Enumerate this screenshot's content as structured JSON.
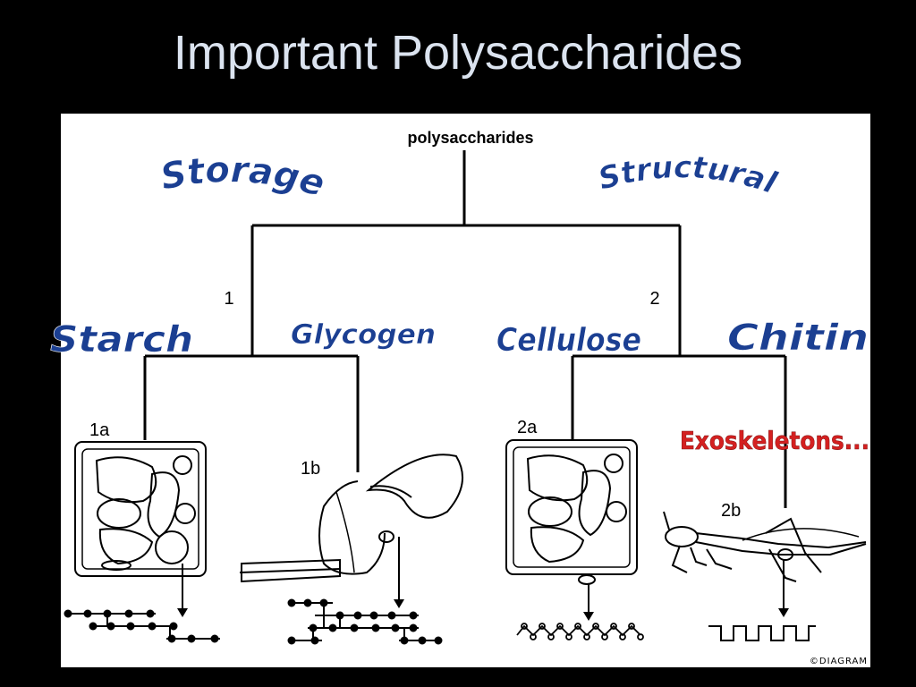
{
  "slide": {
    "title": "Important Polysaccharides"
  },
  "diagram": {
    "root": "polysaccharides",
    "branch_numbers": {
      "left": "1",
      "right": "2"
    },
    "categories": {
      "storage": "Storage",
      "structural": "Structural"
    },
    "types": {
      "starch": "Starch",
      "glycogen": "Glycogen",
      "cellulose": "Cellulose",
      "chitin": "Chitin"
    },
    "leaf_labels": {
      "1a": "1a",
      "1b": "1b",
      "2a": "2a",
      "2b": "2b"
    },
    "annotation": "Exoskeletons...",
    "credit": "©DIAGRAM",
    "colors": {
      "wordart": "#1b3f92",
      "annotation": "#d42020",
      "title": "#dbe3ef"
    }
  }
}
